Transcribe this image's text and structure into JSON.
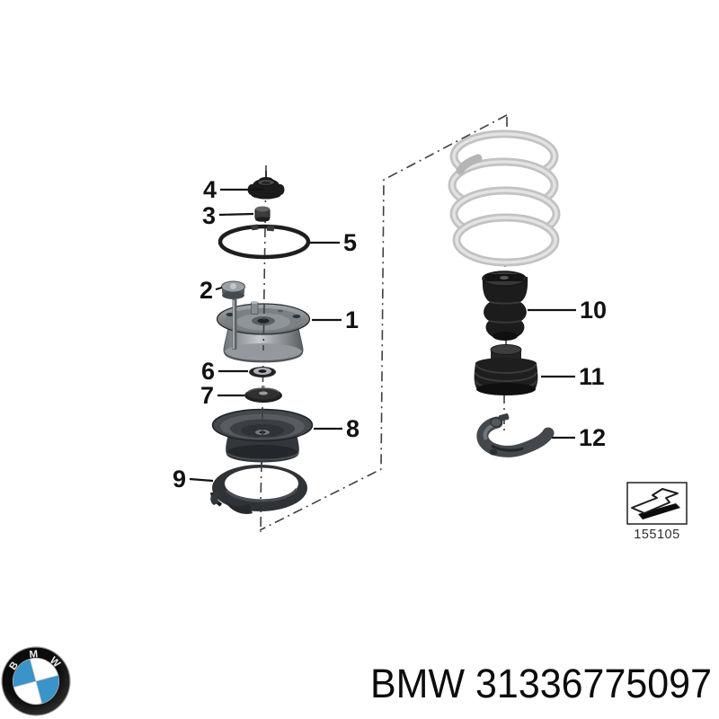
{
  "diagram": {
    "callouts": [
      {
        "label": "1"
      },
      {
        "label": "2"
      },
      {
        "label": "3"
      },
      {
        "label": "4"
      },
      {
        "label": "5"
      },
      {
        "label": "6"
      },
      {
        "label": "7"
      },
      {
        "label": "8"
      },
      {
        "label": "9"
      },
      {
        "label": "10"
      },
      {
        "label": "11"
      },
      {
        "label": "12"
      }
    ],
    "ref_box": {
      "code": "155105",
      "icon": "arrow-3d-icon"
    }
  },
  "footer": {
    "logo_letters": [
      "B",
      "M",
      "W"
    ],
    "brand": "BMW",
    "part_number": "31336775097",
    "label": "BMW 31336775097"
  },
  "colors": {
    "background": "#ffffff",
    "outline": "#141414",
    "rubber_black": "#1c1c1c",
    "metal_gray": "#8d9296",
    "dark_gray": "#44484c",
    "spring_gray": "#c9c9c9",
    "bmw_blue": "#3a93c9"
  }
}
